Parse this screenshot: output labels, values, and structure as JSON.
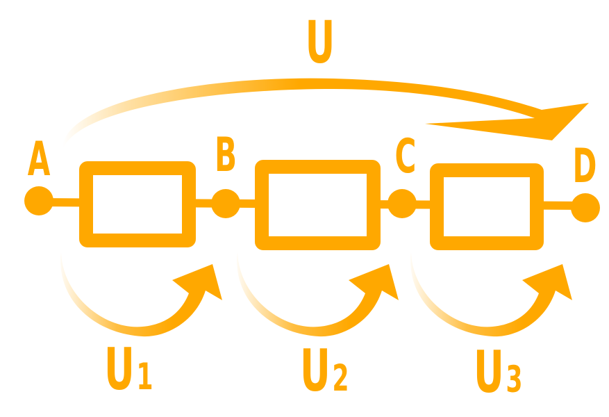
{
  "colors": {
    "accent": "#FFA800",
    "background": "#FFFFFF"
  },
  "nodes": {
    "a": "A",
    "b": "B",
    "c": "C",
    "d": "D"
  },
  "voltages": {
    "total": "U",
    "u1_main": "U",
    "u1_sub": "1",
    "u2_main": "U",
    "u2_sub": "2",
    "u3_main": "U",
    "u3_sub": "3"
  }
}
